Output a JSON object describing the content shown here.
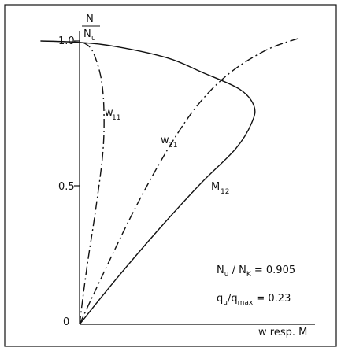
{
  "chart_data": {
    "type": "line",
    "xlabel": "w resp. M",
    "ylabel": {
      "numerator": "N",
      "denominator": "N",
      "denominator_subscript": "u"
    },
    "yticks": [
      "1.0",
      "0.5"
    ],
    "origin_label": "0",
    "ylim": [
      0,
      1.06
    ],
    "grid": false,
    "series": [
      {
        "label": "w",
        "label_subscript": "11",
        "style": "dash-dot",
        "points": [
          [
            0,
            0
          ],
          [
            0.03,
            0.2
          ],
          [
            0.065,
            0.4
          ],
          [
            0.095,
            0.6
          ],
          [
            0.1,
            0.75
          ],
          [
            0.09,
            0.86
          ],
          [
            0.065,
            0.94
          ],
          [
            0.04,
            0.98
          ],
          [
            0.0,
            1.0
          ]
        ]
      },
      {
        "label": "w",
        "label_subscript": "31",
        "style": "dash-dot",
        "points": [
          [
            0,
            0
          ],
          [
            0.12,
            0.22
          ],
          [
            0.24,
            0.43
          ],
          [
            0.37,
            0.63
          ],
          [
            0.49,
            0.78
          ],
          [
            0.62,
            0.89
          ],
          [
            0.77,
            0.97
          ],
          [
            0.9,
            1.01
          ]
        ]
      },
      {
        "label": "M",
        "label_subscript": "12",
        "style": "solid",
        "points": [
          [
            -0.16,
            1.0
          ],
          [
            0.0,
            0.995
          ],
          [
            0.15,
            0.98
          ],
          [
            0.36,
            0.94
          ],
          [
            0.5,
            0.89
          ],
          [
            0.655,
            0.83
          ],
          [
            0.715,
            0.77
          ],
          [
            0.705,
            0.71
          ],
          [
            0.64,
            0.62
          ],
          [
            0.5,
            0.5
          ],
          [
            0.34,
            0.35
          ],
          [
            0.16,
            0.17
          ],
          [
            0,
            0
          ]
        ]
      }
    ],
    "annotations": [
      {
        "parts": [
          "N",
          "u",
          " / N",
          "K",
          " = 0.905"
        ]
      },
      {
        "parts": [
          "q",
          "u",
          "/q",
          "max",
          " = 0.23"
        ]
      }
    ]
  }
}
